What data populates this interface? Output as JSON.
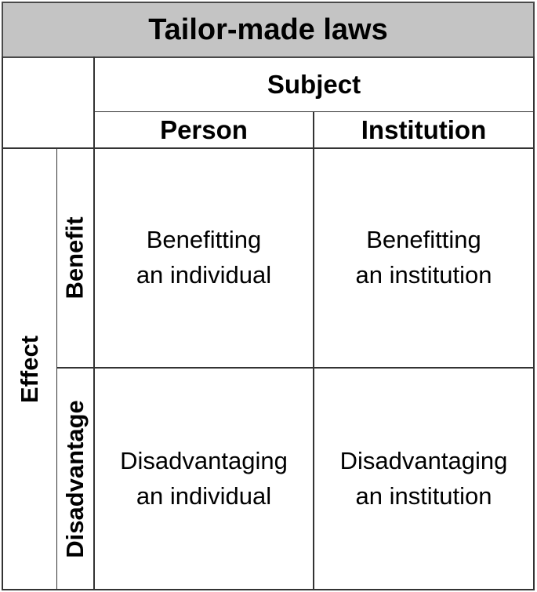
{
  "title": "Tailor-made laws",
  "axes": {
    "subject": "Subject",
    "effect": "Effect"
  },
  "columns": [
    {
      "label": "Person"
    },
    {
      "label": "Institution"
    }
  ],
  "rows": [
    {
      "label": "Benefit"
    },
    {
      "label": "Disadvantage"
    }
  ],
  "cells": [
    [
      {
        "line1": "Benefitting",
        "line2": "an individual"
      },
      {
        "line1": "Benefitting",
        "line2": "an institution"
      }
    ],
    [
      {
        "line1": "Disadvantaging",
        "line2": "an individual"
      },
      {
        "line1": "Disadvantaging",
        "line2": "an institution"
      }
    ]
  ]
}
